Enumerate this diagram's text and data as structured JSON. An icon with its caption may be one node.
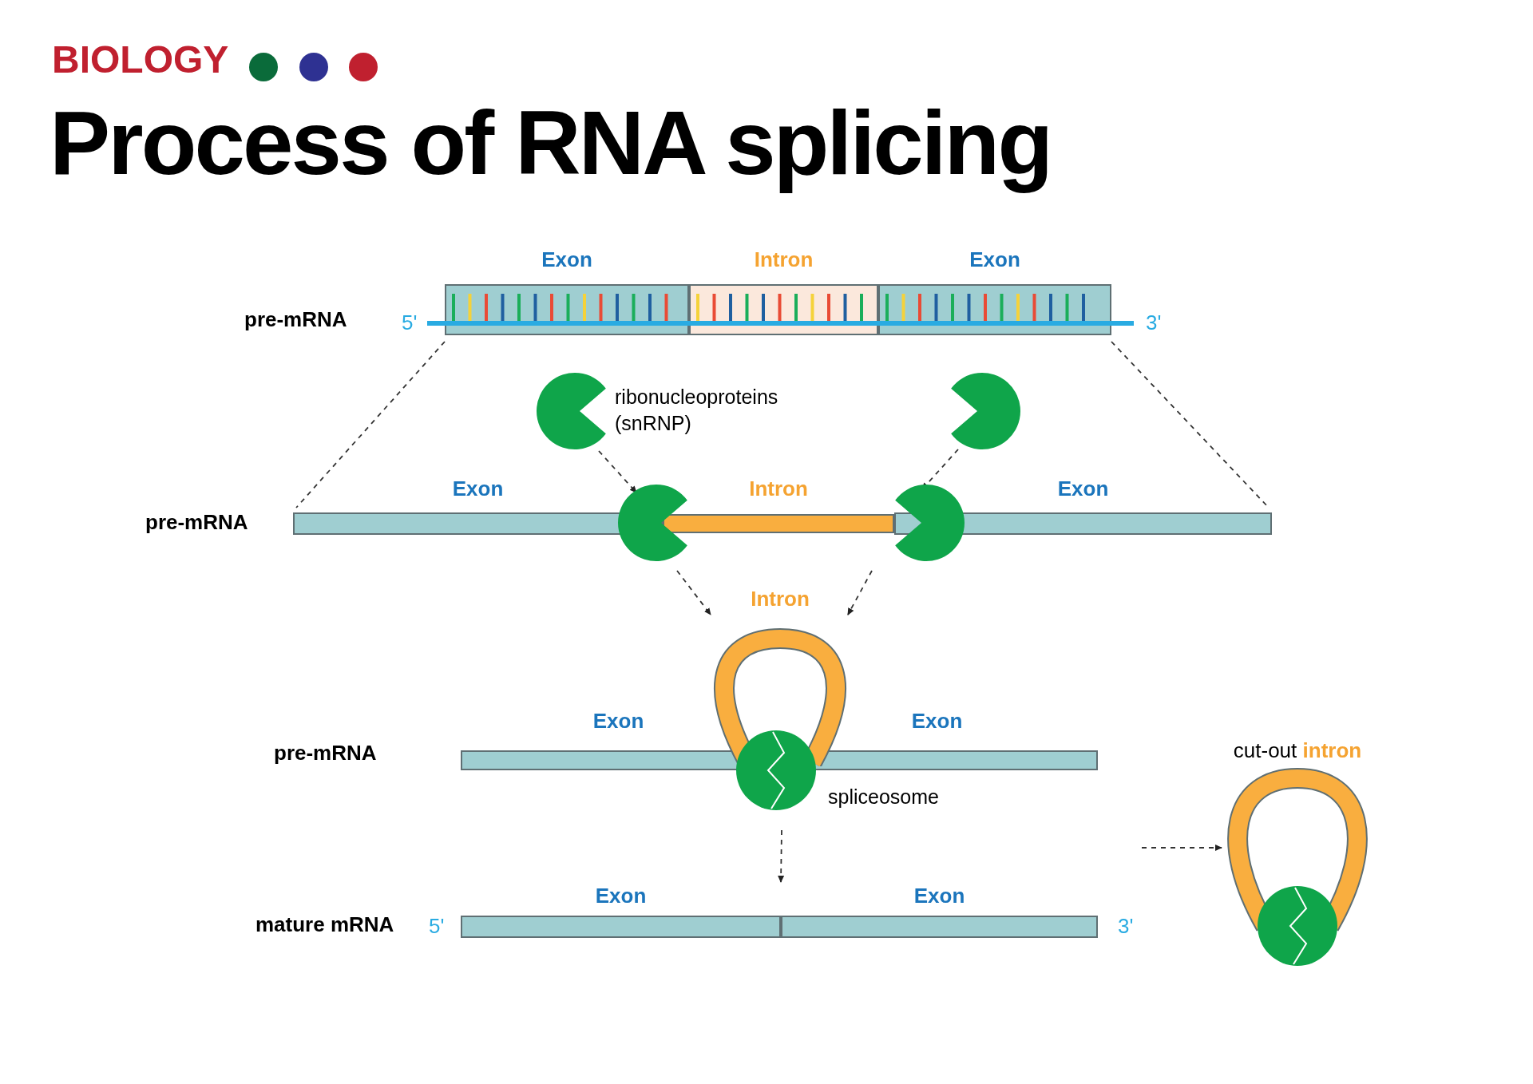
{
  "diagram": {
    "title": "Process of RNA splicing",
    "nodes": [
      {
        "text": [
          "Exon"
        ],
        "beside": [
          "5'"
        ]
      },
      {
        "text": [
          "Intron"
        ]
      },
      {
        "text": [
          "Exon"
        ],
        "beside": [
          "3'"
        ]
      },
      {
        "text": [],
        "shape": "circle",
        "beside": [
          "ribonucleoproteins (snRNP)"
        ]
      },
      {
        "text": [],
        "shape": "circle"
      },
      {
        "text": [
          "Exon"
        ]
      },
      {
        "text": [
          "Intron"
        ]
      },
      {
        "text": [
          "Exon"
        ]
      },
      {
        "text": [],
        "shape": "circle"
      },
      {
        "text": [],
        "shape": "circle"
      },
      {
        "text": [
          "Intron"
        ]
      },
      {
        "text": [
          "Exon"
        ]
      },
      {
        "text": [
          "Exon"
        ]
      },
      {
        "text": [],
        "shape": "circle",
        "beside": [
          "spliceosome"
        ]
      },
      {
        "text": [
          "Exon"
        ],
        "beside": [
          "5'"
        ]
      },
      {
        "text": [
          "Exon"
        ],
        "beside": [
          "3'"
        ]
      },
      {
        "text": [
          "cut-out",
          "intron"
        ]
      }
    ],
    "edges": [
      {
        "from": 0,
        "to": 5,
        "arrow": "none",
        "style": "dashed"
      },
      {
        "from": 2,
        "to": 7,
        "arrow": "none",
        "style": "dashed"
      },
      {
        "from": 3,
        "to": 8,
        "arrow": "to",
        "style": "dashed"
      },
      {
        "from": 4,
        "to": 9,
        "arrow": "to",
        "style": "dashed"
      },
      {
        "from": 8,
        "to": 10,
        "arrow": "to",
        "style": "dashed"
      },
      {
        "from": 9,
        "to": 10,
        "arrow": "to",
        "style": "dashed"
      },
      {
        "from": 13,
        "to": 14,
        "arrow": "to",
        "style": "dashed"
      },
      {
        "from": null,
        "to": 16,
        "arrow": "to",
        "style": "dashed"
      }
    ],
    "labels": [
      "BIOLOGY",
      "pre-mRNA",
      "pre-mRNA",
      "pre-mRNA",
      "mature mRNA"
    ]
  }
}
